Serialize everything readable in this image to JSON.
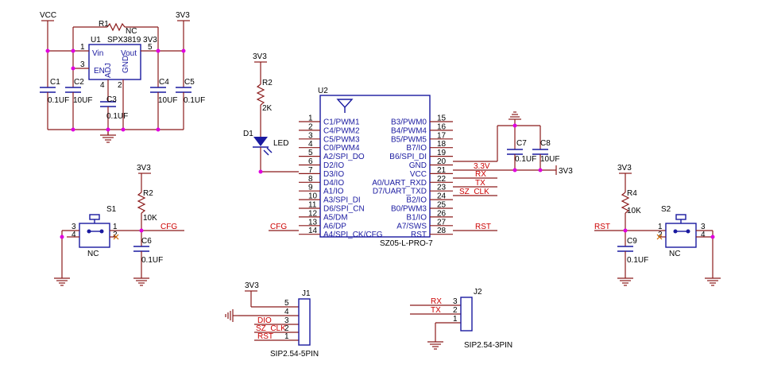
{
  "power": {
    "vcc": "VCC",
    "v3": "3V3"
  },
  "ldo": {
    "ref": "U1",
    "part": "SPX3819 3V3",
    "vin": "Vin",
    "vout": "Vout",
    "en": "EN",
    "adj": "ADJ",
    "gnd": "GND",
    "pins": [
      "1",
      "3",
      "4",
      "2",
      "5"
    ]
  },
  "r1": {
    "ref": "R1",
    "val": "NC"
  },
  "caps_top": [
    {
      "ref": "C1",
      "val": "0.1UF"
    },
    {
      "ref": "C2",
      "val": "10UF"
    },
    {
      "ref": "C3",
      "val": "0.1UF"
    },
    {
      "ref": "C4",
      "val": "10UF"
    },
    {
      "ref": "C5",
      "val": "0.1UF"
    }
  ],
  "led": {
    "rref": "R2",
    "rval": "2K",
    "ref": "D1",
    "name": "LED"
  },
  "u2": {
    "ref": "U2",
    "part": "SZ05-L-PRO-7",
    "left_pins": [
      {
        "num": "1",
        "name": "C1/PWM1"
      },
      {
        "num": "2",
        "name": "C4/PWM2"
      },
      {
        "num": "3",
        "name": "C5/PWM3"
      },
      {
        "num": "4",
        "name": "C0/PWM4"
      },
      {
        "num": "5",
        "name": "A2/SPI_DO"
      },
      {
        "num": "6",
        "name": "D2/IO"
      },
      {
        "num": "7",
        "name": "D3/IO"
      },
      {
        "num": "8",
        "name": "D4/IO"
      },
      {
        "num": "9",
        "name": "A1/IO"
      },
      {
        "num": "10",
        "name": "A3/SPI_DI"
      },
      {
        "num": "11",
        "name": "D6/SPI_CN"
      },
      {
        "num": "12",
        "name": "A5/DM"
      },
      {
        "num": "13",
        "name": "A6/DP"
      },
      {
        "num": "14",
        "name": "A4/SPI_CK/CFG"
      }
    ],
    "right_pins": [
      {
        "num": "15",
        "name": "B3/PWM0"
      },
      {
        "num": "16",
        "name": "B4/PWM4"
      },
      {
        "num": "17",
        "name": "B5/PWM5"
      },
      {
        "num": "18",
        "name": "B7/IO"
      },
      {
        "num": "19",
        "name": "B6/SPI_DI"
      },
      {
        "num": "20",
        "name": "GND"
      },
      {
        "num": "21",
        "name": "VCC"
      },
      {
        "num": "22",
        "name": "A0/UART_RXD"
      },
      {
        "num": "23",
        "name": "D7/UART_TXD"
      },
      {
        "num": "24",
        "name": "B2/IO"
      },
      {
        "num": "25",
        "name": "B0/PWM3"
      },
      {
        "num": "26",
        "name": "B1/IO"
      },
      {
        "num": "27",
        "name": "A7/SWS"
      },
      {
        "num": "28",
        "name": "RST"
      }
    ],
    "right_nets": [
      "3.3V",
      "RX",
      "TX",
      "SZ_CLK"
    ],
    "cfg_net": "CFG",
    "rst_net": "RST"
  },
  "u2_caps": [
    {
      "ref": "C7",
      "val": "0.1UF"
    },
    {
      "ref": "C8",
      "val": "10UF"
    }
  ],
  "s1": {
    "ref": "S1",
    "nc": "NC",
    "pins": [
      "3",
      "4",
      "1",
      "2"
    ],
    "rref": "R2",
    "rval": "10K",
    "cref": "C6",
    "cval": "0.1UF",
    "net": "CFG"
  },
  "s2": {
    "ref": "S2",
    "nc": "NC",
    "pins": [
      "1",
      "2",
      "3",
      "4"
    ],
    "rref": "R4",
    "rval": "10K",
    "cref": "C9",
    "cval": "0.1UF",
    "net": "RST"
  },
  "j1": {
    "ref": "J1",
    "part": "SIP2.54-5PIN",
    "pins": [
      "5",
      "4",
      "3",
      "2",
      "1"
    ],
    "nets": [
      "DIO",
      "SZ_CLK",
      "RST"
    ]
  },
  "j2": {
    "ref": "J2",
    "part": "SIP2.54-3PIN",
    "pins": [
      "3",
      "2",
      "1"
    ],
    "nets": [
      "RX",
      "TX"
    ]
  }
}
